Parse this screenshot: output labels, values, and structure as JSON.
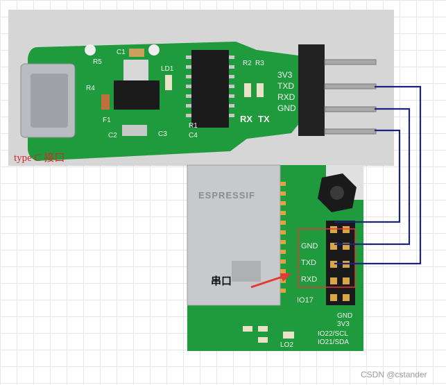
{
  "photo1": {
    "caption": "type C 接口",
    "silkscreen": {
      "pins": [
        "3V3",
        "TXD",
        "RXD",
        "GND"
      ],
      "rx": "RX",
      "tx": "TX",
      "refs": [
        "R5",
        "R4",
        "C1",
        "LD1",
        "R2",
        "R3",
        "F1",
        "C2",
        "C3",
        "C4",
        "R1"
      ]
    }
  },
  "photo2": {
    "brand": "ESPRESSIF",
    "caption": "串口",
    "silkscreen": {
      "pins": [
        "GND",
        "TXD",
        "RXD"
      ],
      "io17": "IO17",
      "bottom_pins": [
        "GND",
        "3V3",
        "IO22/SCL",
        "IO21/SDA"
      ],
      "led": "LO2"
    }
  },
  "colors": {
    "wire": "#1a237e",
    "arrow": "#e53935",
    "highlight": "#e53935",
    "pcb": "#1f9a3c",
    "caption_red": "#d42a2a"
  },
  "watermark": "CSDN @cstander"
}
